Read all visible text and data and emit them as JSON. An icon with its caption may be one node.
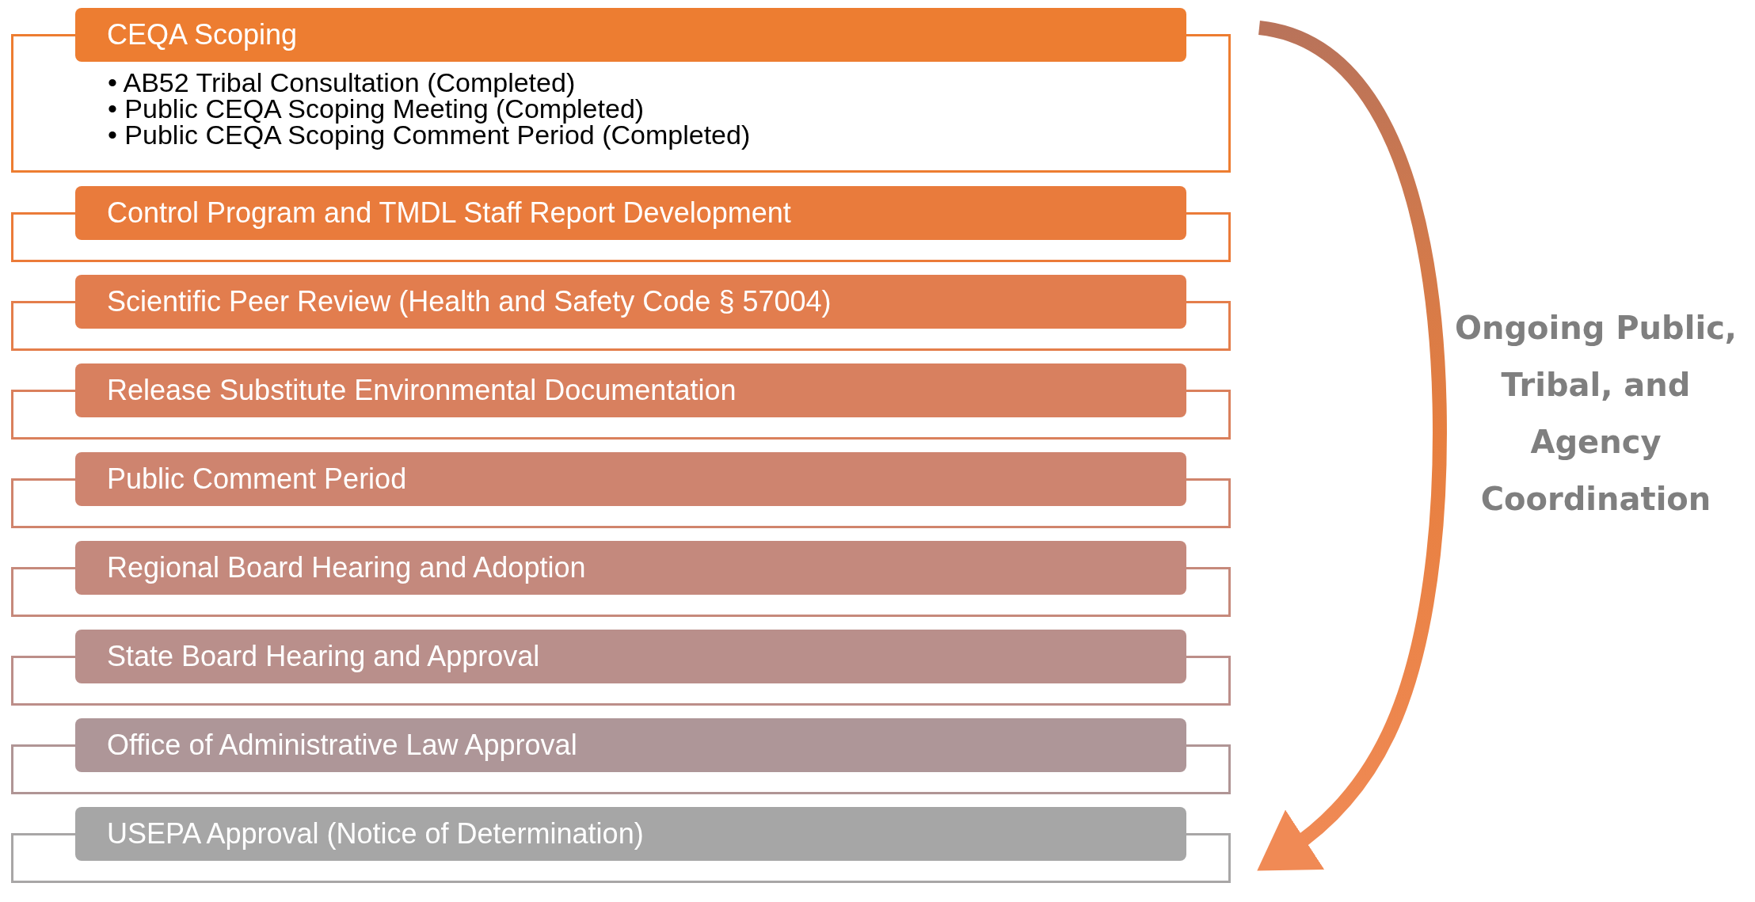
{
  "diagram": {
    "nodes": [
      {
        "text": [
          "CEQA Scoping",
          "• AB52 Tribal Consultation (Completed)",
          "• Public CEQA Scoping Meeting (Completed)",
          "• Public CEQA Scoping Comment Period (Completed)"
        ]
      },
      {
        "text": [
          "Control Program and TMDL Staff Report Development"
        ]
      },
      {
        "text": [
          "Scientific Peer Review (Health and Safety Code § 57004)"
        ]
      },
      {
        "text": [
          "Release Substitute Environmental Documentation"
        ]
      },
      {
        "text": [
          "Public Comment Period"
        ]
      },
      {
        "text": [
          "Regional Board Hearing and Adoption"
        ]
      },
      {
        "text": [
          "State Board Hearing and Approval"
        ]
      },
      {
        "text": [
          "Office of Administrative Law Approval"
        ]
      },
      {
        "text": [
          "USEPA Approval (Notice of Determination)"
        ]
      }
    ],
    "edges": [],
    "labels": [
      "Ongoing Public, Tribal, and Agency Coordination"
    ]
  }
}
